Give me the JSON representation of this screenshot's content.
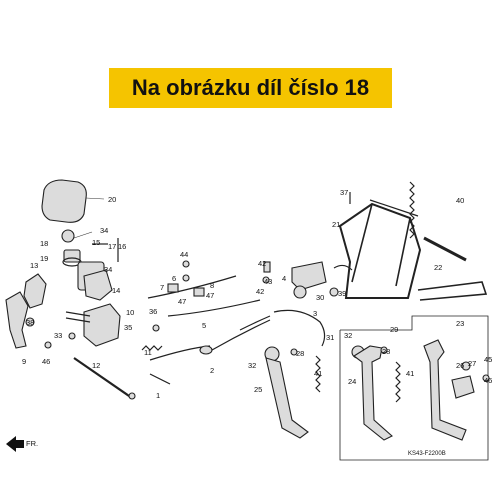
{
  "banner": {
    "text": "Na obrázku díl číslo 18",
    "color": "#f5c400"
  },
  "diagram_code": "KS43-F2200B",
  "front_label": "FR.",
  "callouts": [
    "1",
    "2",
    "3",
    "4",
    "5",
    "6",
    "7",
    "8",
    "9",
    "10",
    "11",
    "12",
    "13",
    "14",
    "15",
    "16",
    "17",
    "18",
    "19",
    "20",
    "21",
    "22",
    "23",
    "24",
    "25",
    "26",
    "27",
    "28",
    "29",
    "30",
    "31",
    "32",
    "33",
    "34",
    "35",
    "36",
    "37",
    "38",
    "39",
    "40",
    "41",
    "42",
    "43",
    "44",
    "45",
    "46",
    "47"
  ]
}
